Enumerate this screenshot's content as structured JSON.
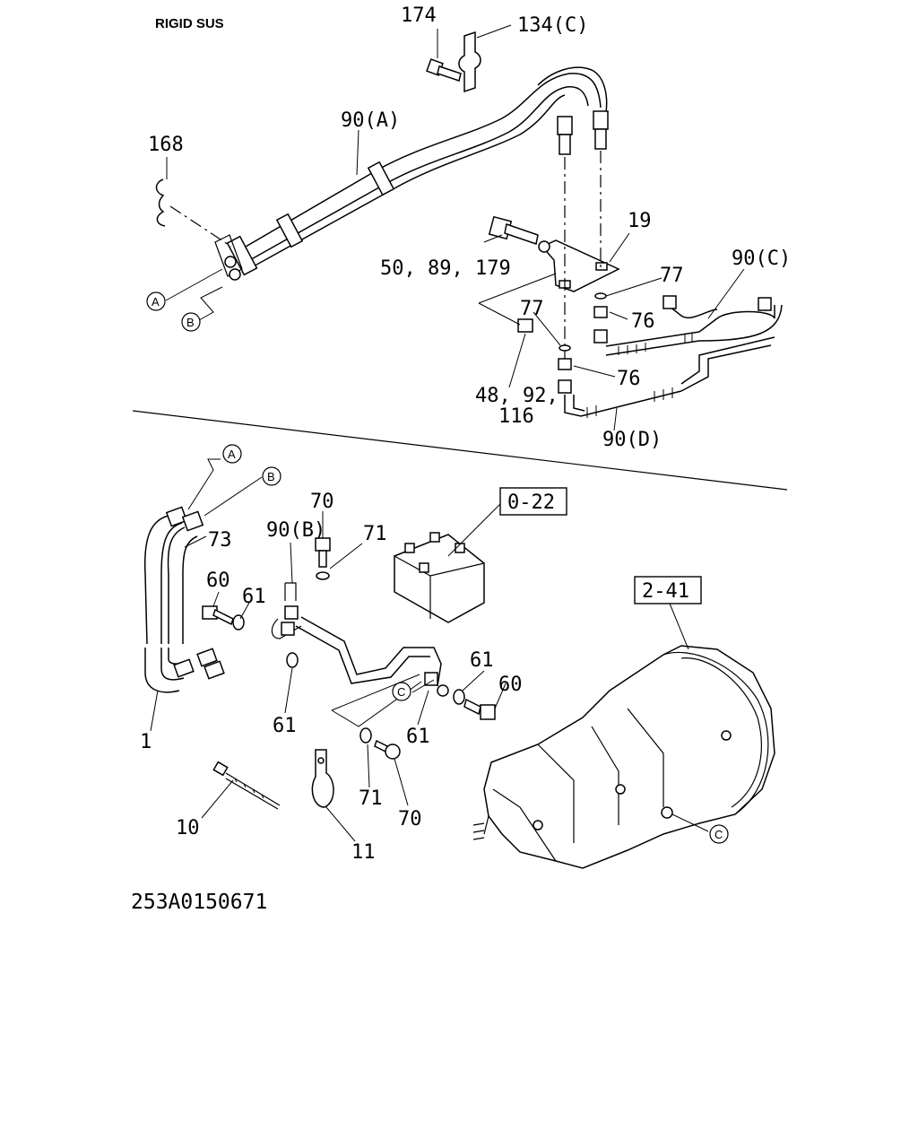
{
  "header": {
    "title": "RIGID SUS"
  },
  "document_id": "253A0150671",
  "callouts": {
    "c174": "174",
    "c134c": "134(C)",
    "c90a": "90(A)",
    "c168": "168",
    "c19": "19",
    "c50_89_179": "50, 89, 179",
    "c77a": "77",
    "c77b": "77",
    "c90c": "90(C)",
    "c76a": "76",
    "c76b": "76",
    "c48_92": "48, 92,",
    "c116": "116",
    "c90d": "90(D)",
    "c73": "73",
    "c90b": "90(B)",
    "c70a": "70",
    "c71a": "71",
    "c60a": "60",
    "c61a": "61",
    "c61b": "61",
    "c61c": "61",
    "c61d": "61",
    "c60b": "60",
    "c1": "1",
    "c71b": "71",
    "c70b": "70",
    "c10": "10",
    "c11": "11"
  },
  "reference_boxes": {
    "r0_22": "0-22",
    "r2_41": "2-41"
  },
  "circle_markers": {
    "a_top": "A",
    "b_top": "B",
    "a_bottom": "A",
    "b_bottom": "B",
    "c_mid": "C",
    "c_trans": "C"
  }
}
